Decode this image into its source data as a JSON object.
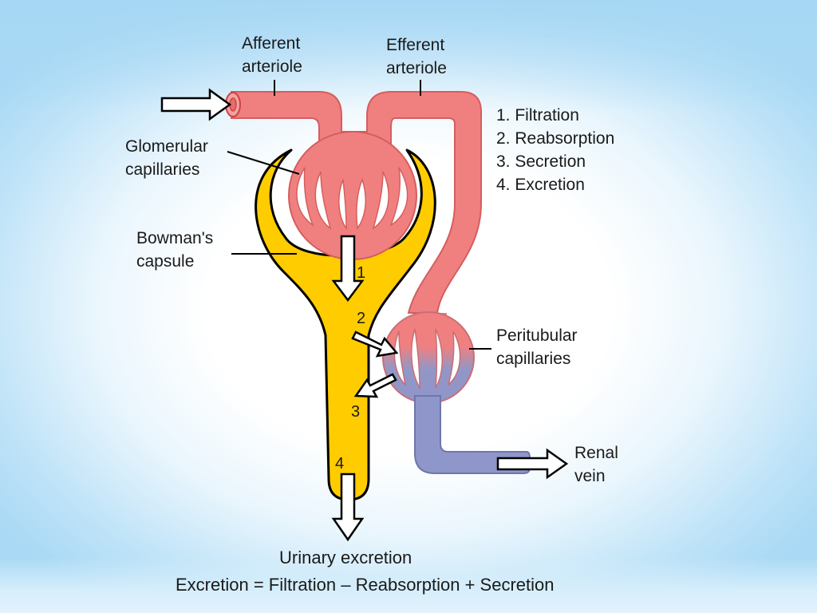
{
  "labels": {
    "afferent_line1": "Afferent",
    "afferent_line2": "arteriole",
    "efferent_line1": "Efferent",
    "efferent_line2": "arteriole",
    "glomerular_line1": "Glomerular",
    "glomerular_line2": "capillaries",
    "bowman_line1": "Bowman's",
    "bowman_line2": "capsule",
    "peritubular_line1": "Peritubular",
    "peritubular_line2": "capillaries",
    "renal_line1": "Renal",
    "renal_line2": "vein",
    "urinary": "Urinary excretion",
    "equation": "Excretion = Filtration – Reabsorption + Secretion"
  },
  "processes": [
    "1. Filtration",
    "2. Reabsorption",
    "3. Secretion",
    "4. Excretion"
  ],
  "step_numbers": [
    "1",
    "2",
    "3",
    "4"
  ],
  "colors": {
    "arterial_blood": "#f08080",
    "venous_blood": "#8f96c9",
    "capsule_fill": "#ffcc00",
    "outline": "#000000"
  }
}
